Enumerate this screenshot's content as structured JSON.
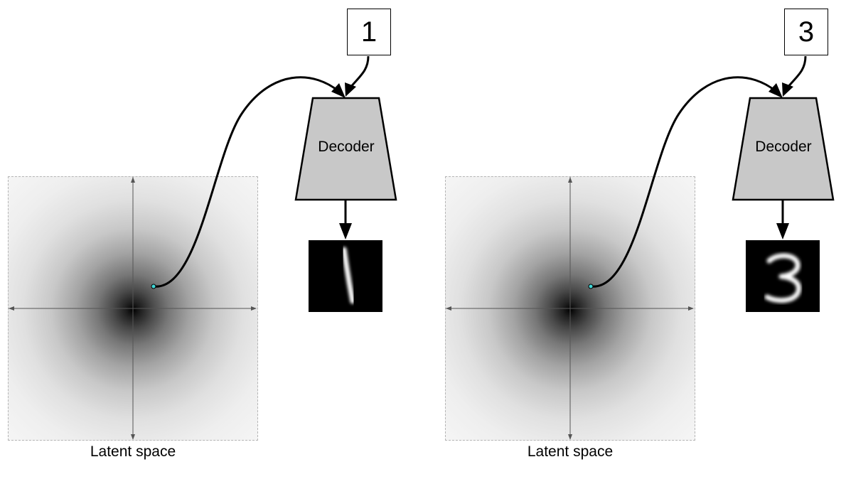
{
  "panels": [
    {
      "digit_label": "1",
      "decoder_label": "Decoder",
      "latent_label": "Latent space",
      "output_digit": "1"
    },
    {
      "digit_label": "3",
      "decoder_label": "Decoder",
      "latent_label": "Latent space",
      "output_digit": "3"
    }
  ],
  "colors": {
    "latent_point": "#40d8d8",
    "decoder_fill": "#c8c8c8",
    "output_background": "#000000"
  },
  "icons": {
    "output": "mnist-digit-image",
    "point": "latent-point-dot"
  }
}
